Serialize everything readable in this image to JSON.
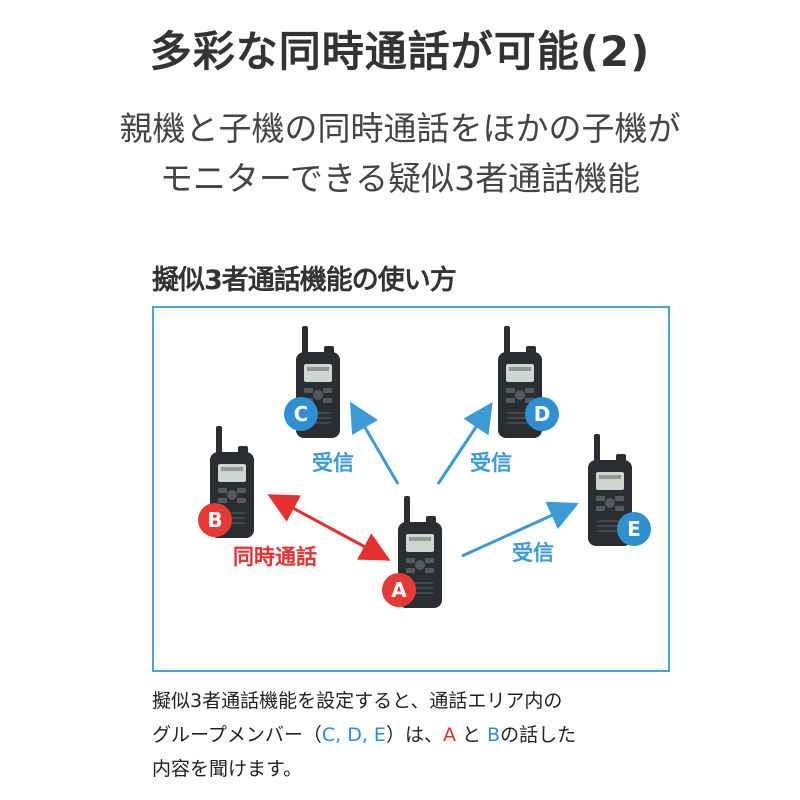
{
  "title": "多彩な同時通話が可能(2)",
  "subtitle": {
    "line1": "親機と子機の同時通話をほかの子機が",
    "line2": "モニターできる疑似3者通話機能"
  },
  "diagram": {
    "heading": "擬似3者通話機能の使い方",
    "badges": {
      "a": "A",
      "b": "B",
      "c": "C",
      "d": "D",
      "e": "E"
    },
    "labels": {
      "receive_c": "受信",
      "receive_d": "受信",
      "receive_e": "受信",
      "simultaneous": "同時通話"
    },
    "colors": {
      "frame": "#4aa3d8",
      "receive": "#3c9ad6",
      "talk": "#e62f2f",
      "radio": "#2a2d31"
    },
    "icons": [
      "transceiver-icon",
      "arrow-icon"
    ]
  },
  "caption": {
    "line1": "擬似3者通話機能を設定すると、通話エリア内の",
    "line2_pre": "グループメンバー（",
    "line2_members": "C, D, E",
    "line2_mid": "）は、",
    "line2_a": "A",
    "line2_to": " と ",
    "line2_b": "B",
    "line2_post": "の話した",
    "line3": "内容を聞けます。"
  }
}
